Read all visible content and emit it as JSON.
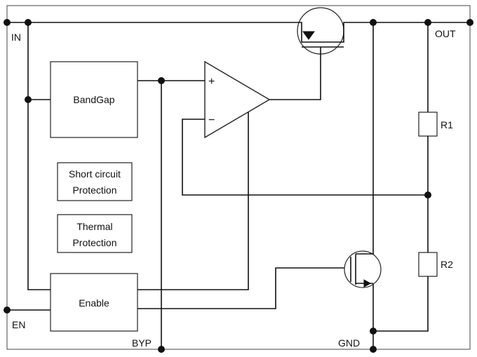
{
  "pins": {
    "in": "IN",
    "out": "OUT",
    "en": "EN",
    "byp": "BYP",
    "gnd": "GND"
  },
  "blocks": {
    "bandgap": "BandGap",
    "short_circuit_line1": "Short circuit",
    "short_circuit_line2": "Protection",
    "thermal_line1": "Thermal",
    "thermal_line2": "Protection",
    "enable": "Enable"
  },
  "amplifier": {
    "plus": "+",
    "minus": "−"
  },
  "resistors": {
    "r1": "R1",
    "r2": "R2"
  }
}
